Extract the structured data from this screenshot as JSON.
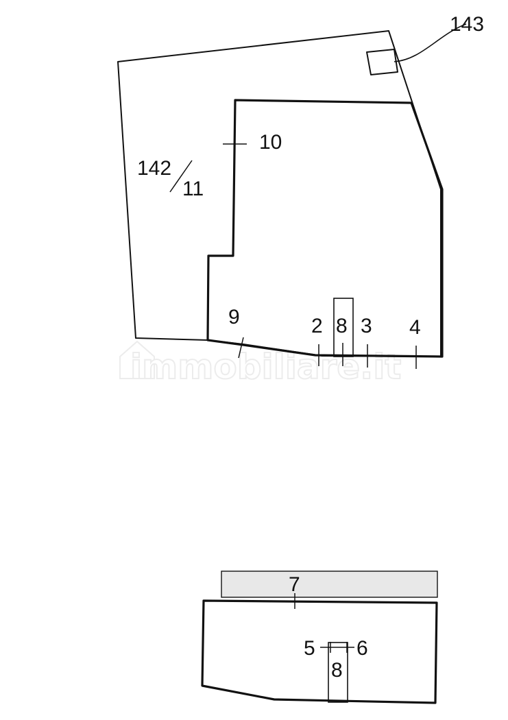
{
  "watermark": "immobiliare.it",
  "labels": {
    "parcel_143": "143",
    "parcel_142": "142",
    "parcel_11": "11",
    "mark_10": "10",
    "mark_9": "9",
    "mark_2": "2",
    "mark_8_upper": "8",
    "mark_3": "3",
    "mark_4": "4",
    "mark_7": "7",
    "mark_5": "5",
    "mark_6": "6",
    "mark_8_lower": "8"
  }
}
